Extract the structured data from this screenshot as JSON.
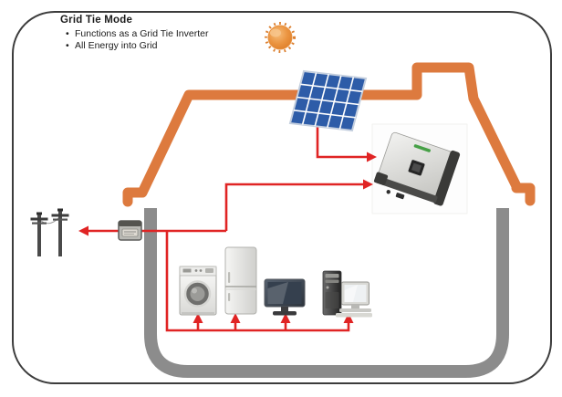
{
  "header": {
    "title": "Grid Tie Mode",
    "bullet_char": "•",
    "bullets": [
      "Functions as a Grid Tie Inverter",
      "All Energy into Grid"
    ]
  },
  "colors": {
    "roof": "#DD7A3E",
    "wall": "#8C8C8C",
    "energy_line": "#E02424",
    "panel_blue": "#2D5CA8",
    "sun": "#E8913F",
    "border": "#3C3C3C"
  },
  "diagram": {
    "mode": "Grid Tie Mode",
    "components": [
      {
        "id": "sun-icon"
      },
      {
        "id": "solar-panel-icon"
      },
      {
        "id": "inverter-icon"
      },
      {
        "id": "energy-meter-icon"
      },
      {
        "id": "utility-grid-poles-icon"
      },
      {
        "id": "washing-machine-icon"
      },
      {
        "id": "refrigerator-icon"
      },
      {
        "id": "monitor-icon"
      },
      {
        "id": "desktop-computer-icon"
      }
    ],
    "flows": [
      {
        "from": "solar-panel",
        "to": "inverter"
      },
      {
        "from": "inverter",
        "to": "house-wiring"
      },
      {
        "from": "house-wiring",
        "to": "utility-grid",
        "via": "energy-meter"
      },
      {
        "from": "house-wiring",
        "to": "washing-machine"
      },
      {
        "from": "house-wiring",
        "to": "refrigerator"
      },
      {
        "from": "house-wiring",
        "to": "monitor"
      },
      {
        "from": "house-wiring",
        "to": "desktop-computer"
      }
    ]
  }
}
